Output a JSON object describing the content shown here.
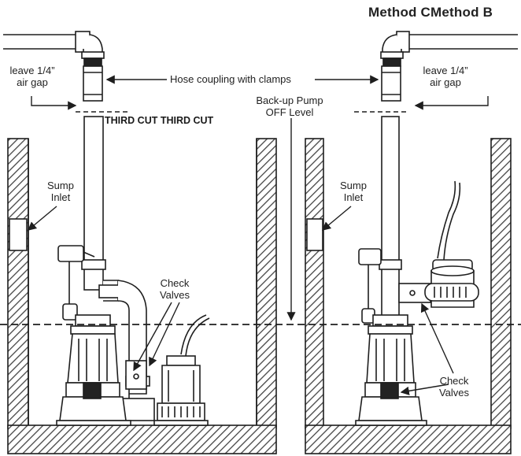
{
  "header": {
    "title": "Method CMethod B"
  },
  "labels": {
    "air_gap_left": [
      "leave 1/4”",
      "air gap"
    ],
    "air_gap_right": [
      "leave 1/4”",
      "air gap"
    ],
    "hose_coupling": "Hose coupling with clamps",
    "backup_off": [
      "Back-up Pump",
      "OFF Level"
    ],
    "third_cut": "THIRD CUT THIRD CUT",
    "sump_inlet_left": [
      "Sump",
      "Inlet"
    ],
    "sump_inlet_right": [
      "Sump",
      "Inlet"
    ],
    "check_valves_left": [
      "Check",
      "Valves"
    ],
    "check_valves_right": [
      "Check",
      "Valves"
    ]
  },
  "colors": {
    "line": "#1e1e1e",
    "hatch": "#555555",
    "fill": "#ffffff"
  }
}
